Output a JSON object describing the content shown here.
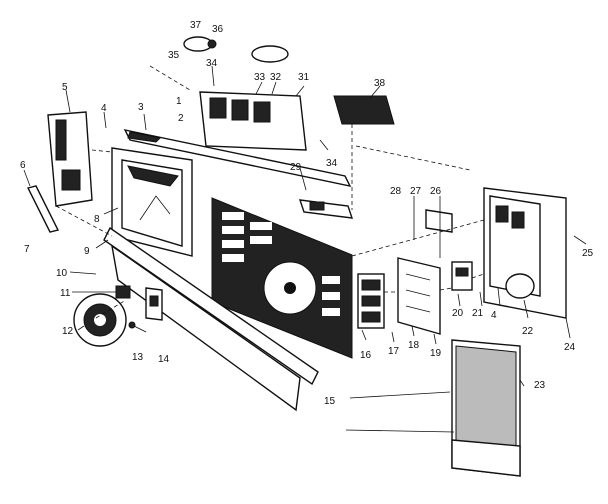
{
  "diagram": {
    "type": "exploded-parts-view",
    "callouts": [
      "1",
      "2",
      "3",
      "4",
      "4",
      "5",
      "6",
      "7",
      "8",
      "9",
      "10",
      "11",
      "12",
      "13",
      "14",
      "15",
      "16",
      "17",
      "18",
      "19",
      "20",
      "21",
      "22",
      "23",
      "24",
      "25",
      "26",
      "27",
      "28",
      "29",
      "31",
      "32",
      "33",
      "34",
      "34",
      "35",
      "36",
      "37",
      "38"
    ]
  }
}
